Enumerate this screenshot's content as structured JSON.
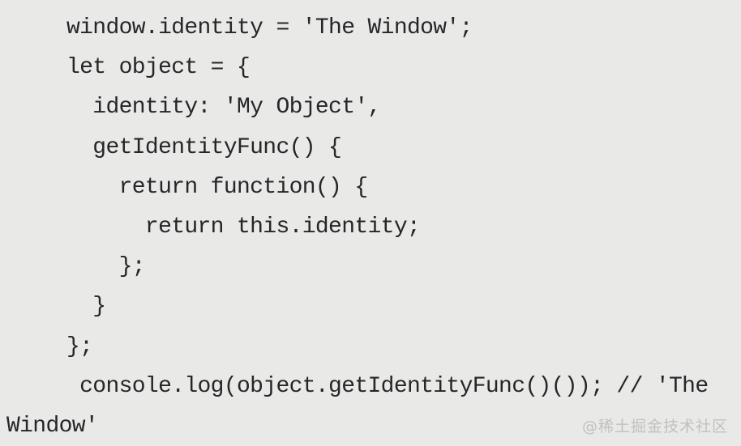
{
  "colors": {
    "background": "#e9e9e7",
    "code_text": "#26262a",
    "watermark_text": "#c2c1bf"
  },
  "code": {
    "language": "javascript",
    "lines": [
      "window.identity = 'The Window';",
      "let object = {",
      "  identity: 'My Object',",
      "  getIdentityFunc() {",
      "    return function() {",
      "      return this.identity;",
      "    };",
      "  }",
      "};",
      " console.log(object.getIdentityFunc()()); // 'The",
      "Window'"
    ]
  },
  "watermark": {
    "text": "@稀土掘金技术社区"
  }
}
